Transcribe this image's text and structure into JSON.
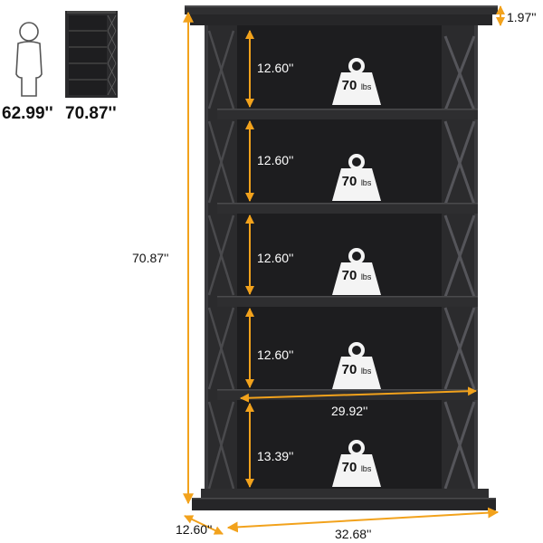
{
  "comparison": {
    "person_height": "62.99''",
    "shelf_height": "70.87''"
  },
  "dimensions": {
    "crown_height": "1.97''",
    "overall_height": "70.87''",
    "shelf_gaps": [
      "12.60''",
      "12.60''",
      "12.60''",
      "12.60''",
      "13.39''"
    ],
    "inner_width": "29.92''",
    "outer_width": "32.68''",
    "depth": "12.60''"
  },
  "weight_capacity": {
    "value": "70",
    "unit": "lbs"
  },
  "colors": {
    "wood": "#2b2b2d",
    "accent": "#f2a21c"
  }
}
